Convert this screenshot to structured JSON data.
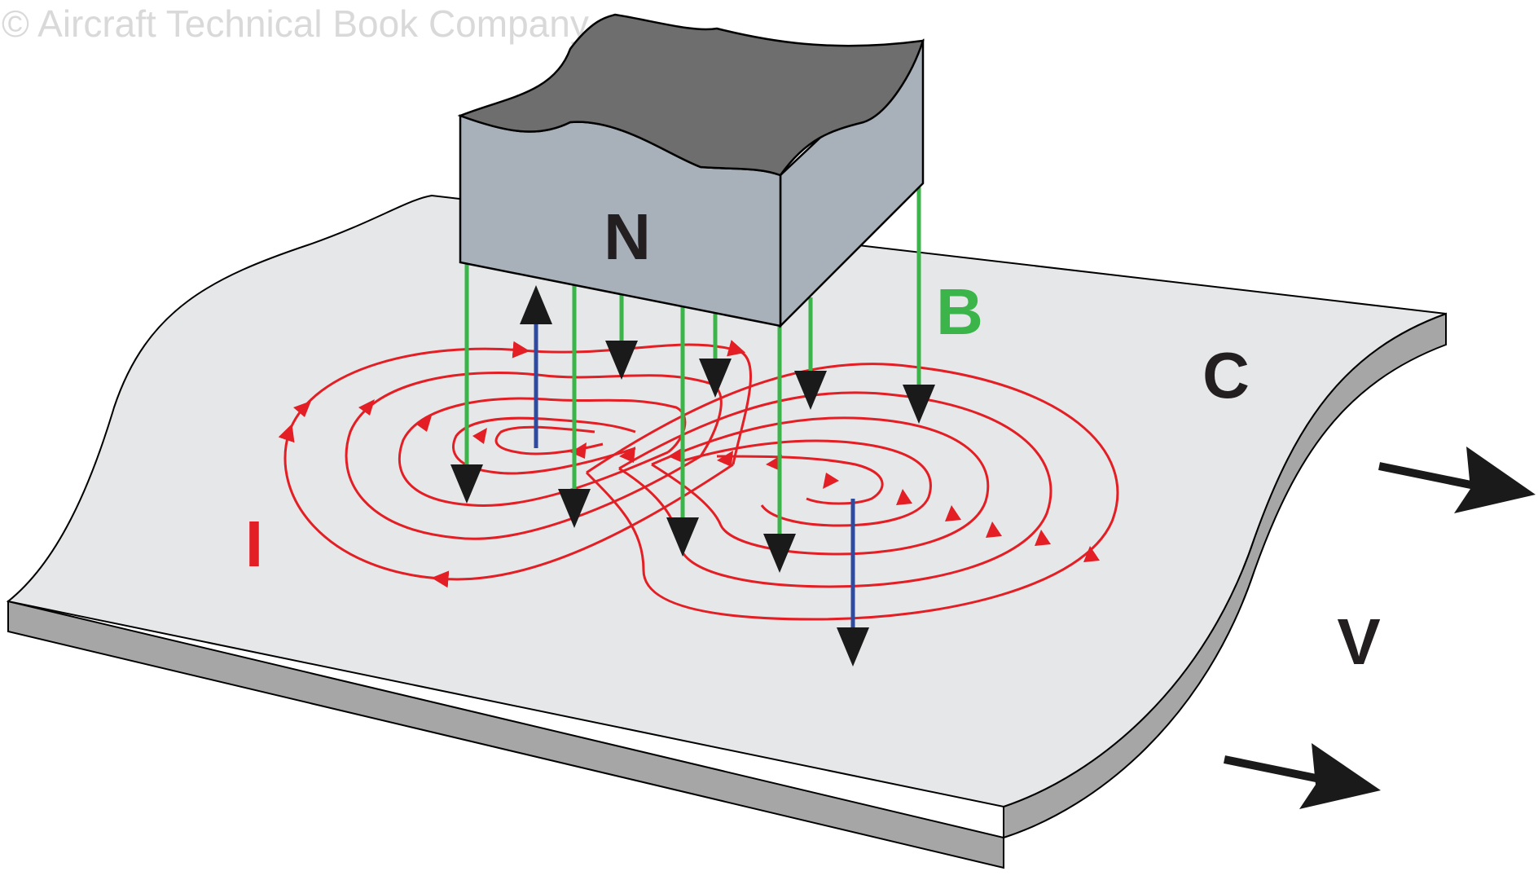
{
  "watermark": "© Aircraft Technical Book Company",
  "labels": {
    "magnet": "N",
    "field": "B",
    "conductor": "C",
    "current": "I",
    "velocity": "V"
  },
  "colors": {
    "plate_top": "#e6e7e8",
    "plate_edge": "#a6a6a6",
    "magnet_side": "#a8b1ba",
    "magnet_top": "#6e6e6e",
    "field_lines": "#3bb54a",
    "eddy_current": "#e31e24",
    "induced_field": "#2e4ba0",
    "arrow": "#1a1a1a"
  }
}
